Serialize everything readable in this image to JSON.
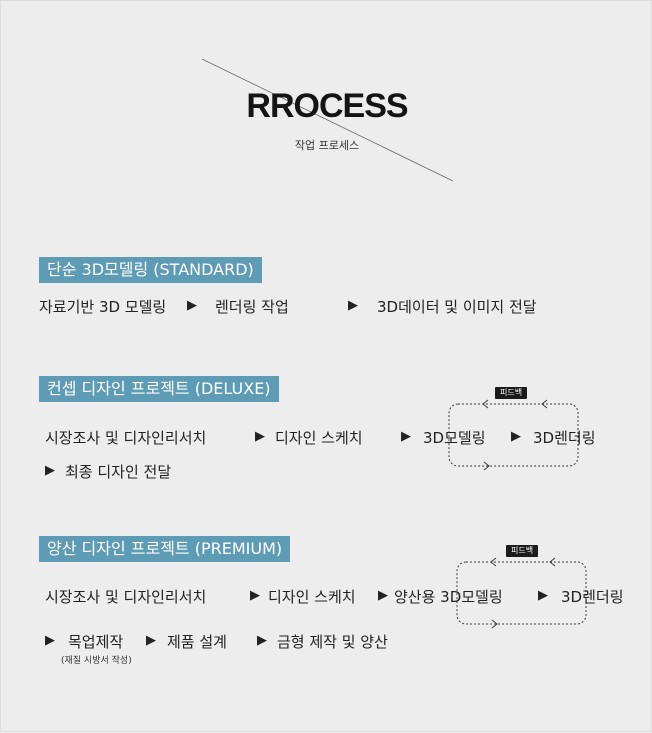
{
  "header": {
    "title": "RROCESS",
    "subtitle": "작업 프로세스"
  },
  "sections": [
    {
      "title": "단순 3D모델링 (STANDARD)",
      "steps": [
        "자료기반 3D 모델링",
        "렌더링 작업",
        "3D데이터 및 이미지 전달"
      ]
    },
    {
      "title": "컨셉 디자인 프로젝트 (DELUXE)",
      "steps": [
        "시장조사 및 디자인리서치",
        "디자인 스케치",
        "3D모델링",
        "3D렌더링",
        "최종 디자인 전달"
      ],
      "feedback": "피드백"
    },
    {
      "title": "양산 디자인 프로젝트 (PREMIUM)",
      "steps": [
        "시장조사 및 디자인리서치",
        "디자인 스케치",
        "양산용 3D모델링",
        "3D렌더링",
        "목업제작",
        "제품 설계",
        "금형 제작 및 양산"
      ],
      "feedback": "피드백",
      "note": "(재질 시방서 작성)"
    }
  ],
  "icons": {
    "step_arrow": "▶"
  },
  "colors": {
    "section_header_bg": "#5e9bb5",
    "section_header_text": "#ffffff",
    "page_bg": "#ededed",
    "badge_bg": "#1b1b1b"
  }
}
